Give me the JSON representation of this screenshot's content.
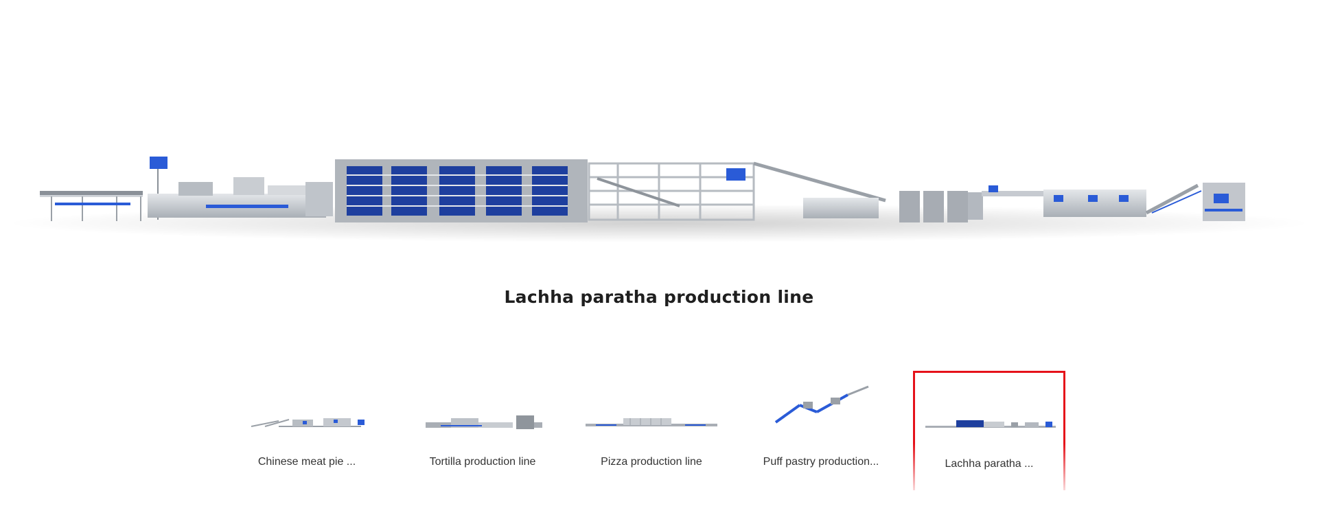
{
  "main": {
    "title": "Lachha paratha production line",
    "hero_image": "lachha-paratha-production-line-photo"
  },
  "thumbnails": [
    {
      "label": "Chinese meat pie ...",
      "image": "chinese-meat-pie-line-thumb",
      "active": false
    },
    {
      "label": "Tortilla production line",
      "image": "tortilla-line-thumb",
      "active": false
    },
    {
      "label": "Pizza production line",
      "image": "pizza-line-thumb",
      "active": false
    },
    {
      "label": "Puff pastry production...",
      "image": "puff-pastry-line-thumb",
      "active": false
    },
    {
      "label": "Lachha paratha ...",
      "image": "lachha-paratha-line-thumb",
      "active": true
    }
  ],
  "colors": {
    "accent": "#e5121a",
    "machine_steel": "#c9cdd2",
    "machine_blue": "#2a5bd7",
    "text": "#1f1f1f"
  }
}
